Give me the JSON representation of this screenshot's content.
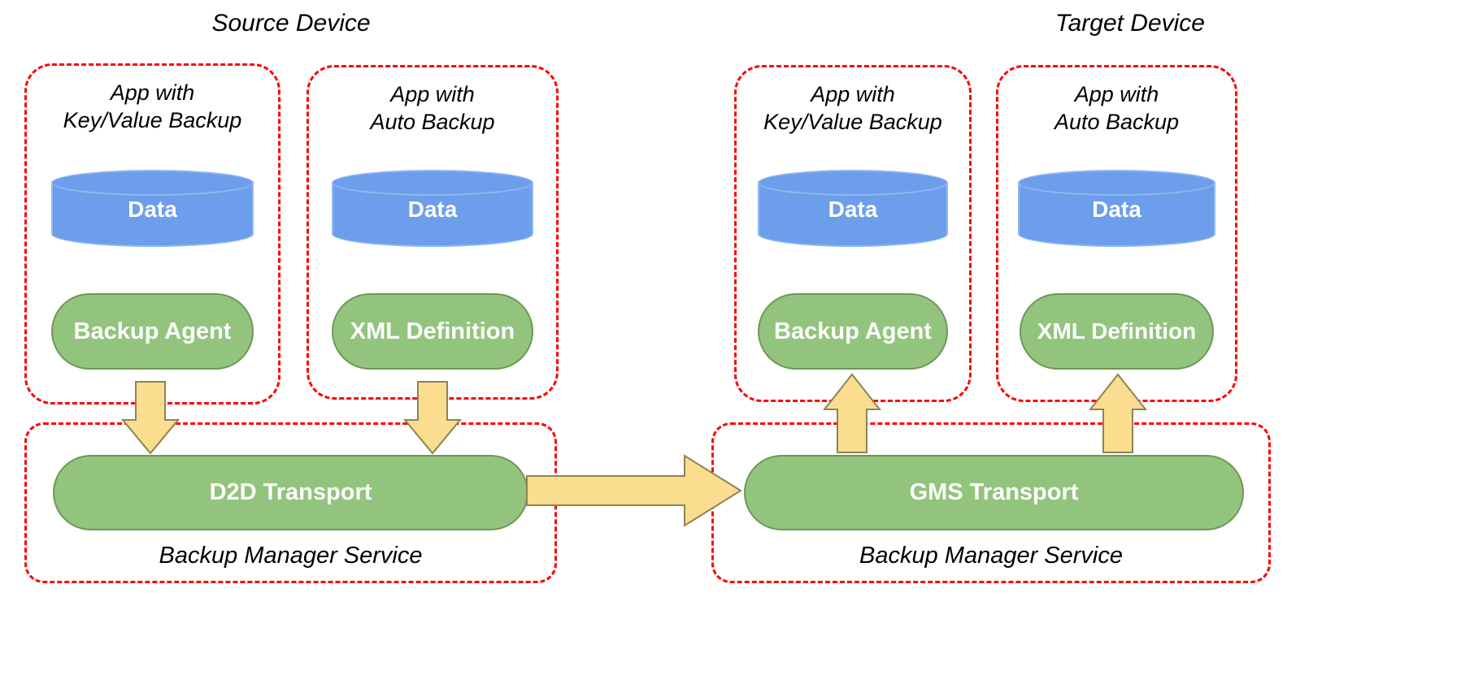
{
  "titles": {
    "source": "Source Device",
    "target": "Target Device"
  },
  "source": {
    "apps": [
      {
        "name_line1": "App with",
        "name_line2": "Key/Value Backup",
        "data": "Data",
        "component": "Backup Agent"
      },
      {
        "name_line1": "App with",
        "name_line2": "Auto Backup",
        "data": "Data",
        "component": "XML Definition"
      }
    ],
    "service": {
      "transport": "D2D Transport",
      "label": "Backup Manager Service"
    }
  },
  "target": {
    "apps": [
      {
        "name_line1": "App with",
        "name_line2": "Key/Value Backup",
        "data": "Data",
        "component": "Backup Agent"
      },
      {
        "name_line1": "App with",
        "name_line2": "Auto Backup",
        "data": "Data",
        "component": "XML Definition"
      }
    ],
    "service": {
      "transport": "GMS Transport",
      "label": "Backup Manager Service"
    }
  },
  "icons": {
    "down_arrow": "block-arrow-down",
    "up_arrow": "block-arrow-up",
    "right_arrow": "block-arrow-right"
  },
  "colors": {
    "data_fill": "#6d9eeb",
    "data_stroke": "#93b8f0",
    "component_fill": "#93c47d",
    "component_stroke": "#6e9758",
    "box_border": "#ff0000",
    "arrow_fill": "#fadd8e",
    "arrow_stroke": "#8c8454",
    "text_light": "#ffffff"
  }
}
